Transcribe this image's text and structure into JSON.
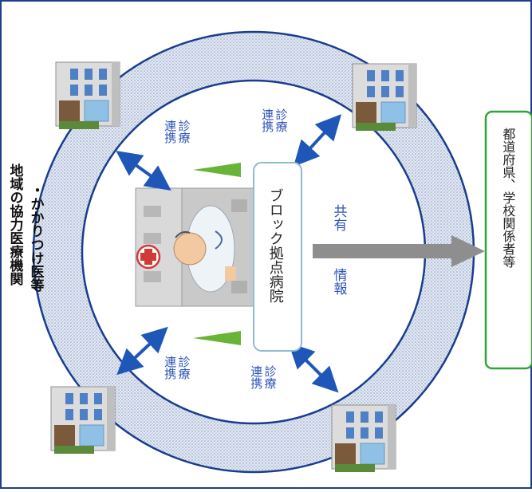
{
  "side_labels": {
    "line1": "地域の協力医療機関",
    "line2": "・かかりつけ医等"
  },
  "hub": {
    "label": "ブロック拠点病院"
  },
  "links": [
    {
      "line1": "診療",
      "line2": "連携"
    },
    {
      "line1": "診療",
      "line2": "連携"
    },
    {
      "line1": "診療",
      "line2": "連携"
    },
    {
      "line1": "診療",
      "line2": "連携"
    }
  ],
  "info_share": {
    "line1": "情報",
    "line2": "共有"
  },
  "target": {
    "label": "都道府県、学校関係者等"
  },
  "colors": {
    "frame": "#1f3f86",
    "ring_fill": "#d3dcec",
    "inner_circle": "#ffffff",
    "ring_stroke": "#1a3c8f",
    "arrow_blue": "#1f57b8",
    "info_arrow": "#8e8e8e",
    "hub_box_border": "#8fb9d6",
    "target_box_border": "#33a534",
    "green_tree": "#68b437"
  },
  "icons": {
    "satellite_building": "building-icon",
    "hub_hospital": "hospital-icon",
    "doctor": "doctor-icon"
  }
}
